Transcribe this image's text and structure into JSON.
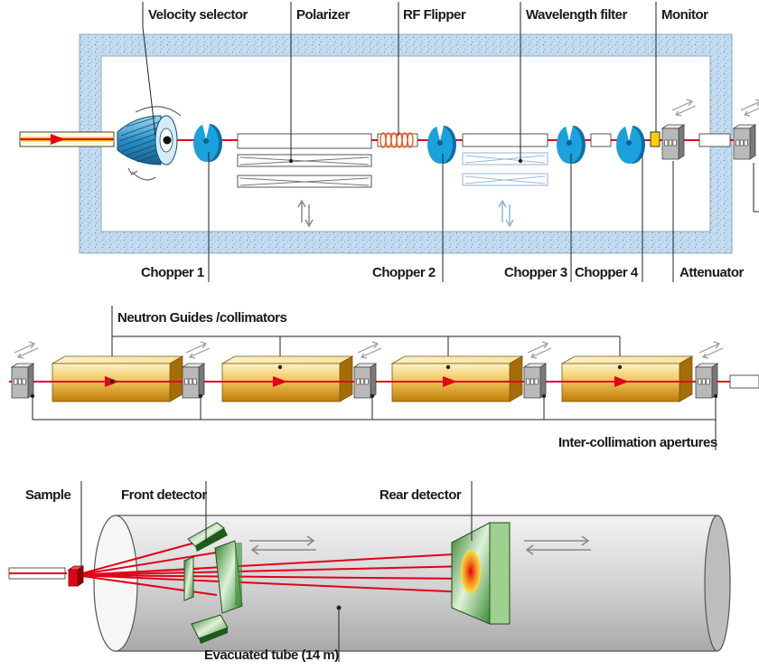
{
  "section_top": {
    "labels": {
      "velocity_selector": "Velocity selector",
      "polarizer": "Polarizer",
      "rf_flipper": "RF Flipper",
      "wavelength_filter": "Wavelength filter",
      "monitor": "Monitor",
      "chopper_1": "Chopper 1",
      "chopper_2": "Chopper 2",
      "chopper_3": "Chopper 3",
      "chopper_4": "Chopper 4",
      "attenuator": "Attenuator"
    }
  },
  "section_middle": {
    "labels": {
      "neutron_guides": "Neutron Guides /collimators",
      "apertures": "Inter-collimation apertures"
    }
  },
  "section_bottom": {
    "labels": {
      "sample": "Sample",
      "front_detector": "Front detector",
      "rear_detector": "Rear detector",
      "tube": "Evacuated tube (14 m)"
    }
  },
  "colors": {
    "beam": "#e2001a",
    "chopper": "#1ba1dc",
    "guide_top": "#fbe9a6",
    "guide_bottom": "#c98a0b",
    "detector": "#4fa64a",
    "shield_border": "#b8d3ea",
    "tube": "#d9d9d9"
  }
}
